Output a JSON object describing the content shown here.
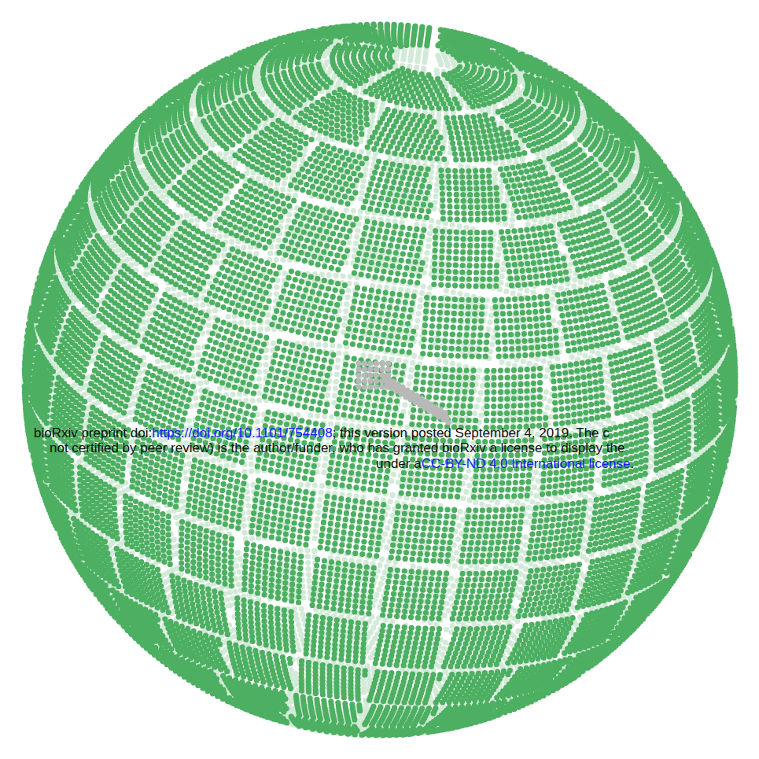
{
  "diagram": {
    "labels": [
      "bioRxiv preprint doi:",
      "https://doi.org/10.1101/754408",
      "; this version posted September 4, 2019. The c",
      "not certified by peer review) is the author/funder, who has granted bioRxiv a license to display the",
      "under a",
      "CC-BY-ND 4.0 International license",
      "."
    ]
  }
}
